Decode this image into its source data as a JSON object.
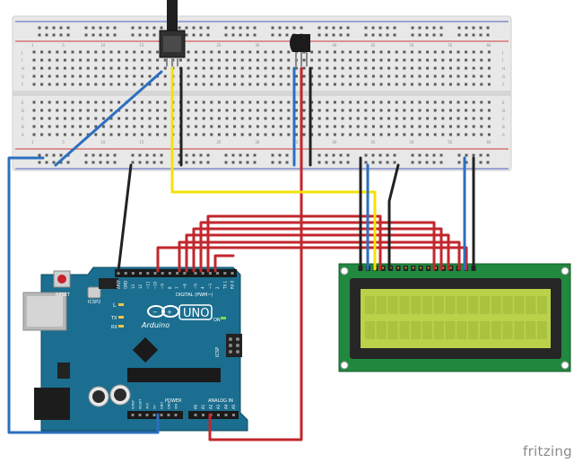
{
  "arduino": {
    "brand": "Arduino",
    "model": "UNO",
    "reset_label": "RESET",
    "icsp2_label": "ICSP2",
    "icsp_label": "ICSP",
    "digital_label": "DIGITAL (PWM~)",
    "power_label": "POWER",
    "analog_label": "ANALOG IN",
    "led_labels": [
      "L",
      "TX",
      "RX"
    ],
    "on_label": "ON",
    "digital_pins": [
      "AREF",
      "GND",
      "13",
      "12",
      "~11",
      "~10",
      "~9",
      "8",
      "7",
      "~6",
      "~5",
      "4",
      "~3",
      "2",
      "TX 1",
      "RX 0"
    ],
    "power_pins": [
      "IOREF",
      "RESET",
      "3V3",
      "5V",
      "GND",
      "GND",
      "VIN"
    ],
    "analog_pins": [
      "A0",
      "A1",
      "A2",
      "A3",
      "A4",
      "A5"
    ]
  },
  "breadboard": {
    "col_numbers": [
      "1",
      "5",
      "10",
      "15",
      "20",
      "25",
      "30",
      "35",
      "40",
      "45",
      "50",
      "55",
      "60"
    ],
    "row_letters_top": [
      "J",
      "I",
      "H",
      "G",
      "F"
    ],
    "row_letters_bottom": [
      "E",
      "D",
      "C",
      "B",
      "A"
    ]
  },
  "colors": {
    "board": "#1b6e8f",
    "breadboard": "#e8e8e8",
    "wire_red": "#c1272d",
    "wire_blue": "#2c6fbf",
    "wire_black": "#222222",
    "wire_yellow": "#f4e20a",
    "lcd_screen": "#b9d24a"
  },
  "brand_mark": "fritzing"
}
